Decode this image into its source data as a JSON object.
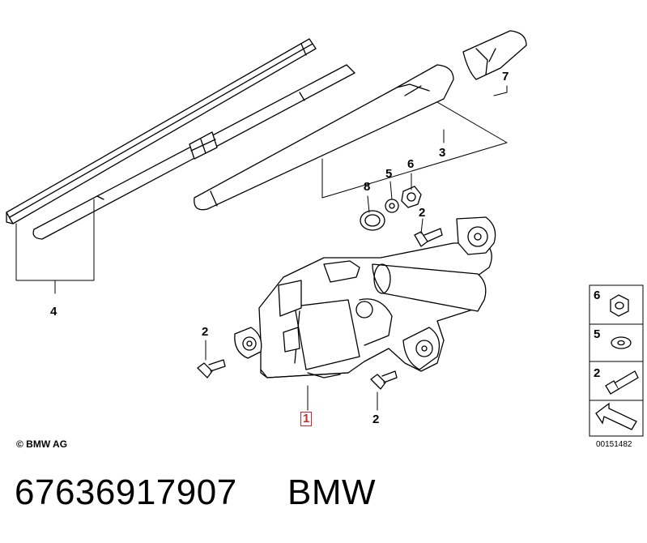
{
  "callouts": {
    "motor": "1",
    "bolt": "2",
    "wiper_arm": "3",
    "wiper_blade": "4",
    "washer": "5",
    "nut": "6",
    "cap": "7",
    "seal": "8"
  },
  "legend": {
    "items": [
      "6",
      "5",
      "2"
    ]
  },
  "footer": {
    "copyright": "© BMW AG",
    "diagram_id": "00151482",
    "part_number": "67636917907",
    "brand": "BMW"
  },
  "colors": {
    "line": "#000000",
    "highlight": "#d9242b",
    "background": "#ffffff"
  }
}
